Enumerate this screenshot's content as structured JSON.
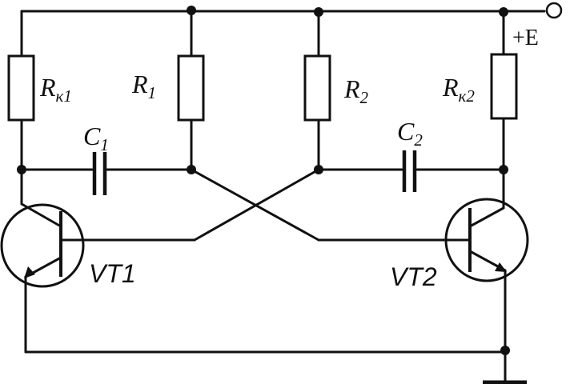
{
  "diagram": {
    "power_label": "+E",
    "components": {
      "rk1": {
        "main": "R",
        "sub": "к1"
      },
      "r1": {
        "main": "R",
        "sub": "1"
      },
      "r2": {
        "main": "R",
        "sub": "2"
      },
      "rk2": {
        "main": "R",
        "sub": "к2"
      },
      "c1": {
        "main": "C",
        "sub": "1"
      },
      "c2": {
        "main": "C",
        "sub": "2"
      },
      "vt1": "VT1",
      "vt2": "VT2"
    }
  }
}
